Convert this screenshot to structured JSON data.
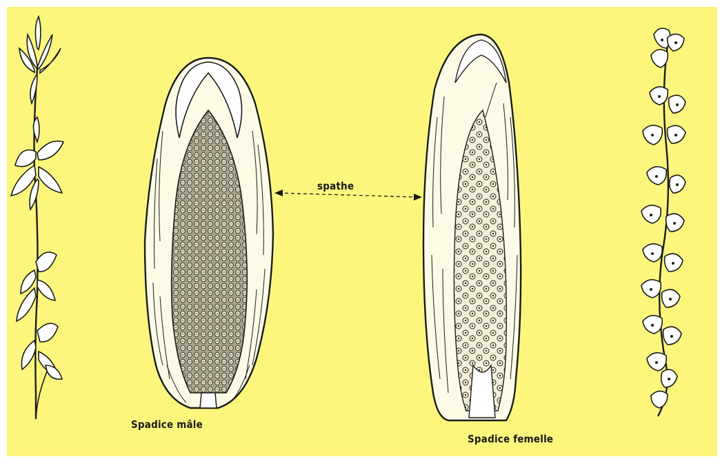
{
  "labels": {
    "spathe": "spathe",
    "male_spadix": "Spadice mâle",
    "female_spadix": "Spadice femelle"
  },
  "colors": {
    "background": "#fdf67c",
    "ink": "#1a1a1a",
    "spathe_fill": "#fdfbe6"
  }
}
